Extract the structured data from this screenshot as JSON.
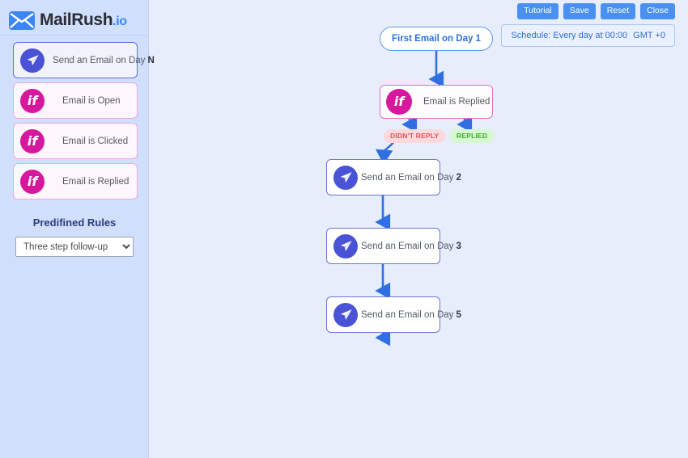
{
  "app": {
    "brand_main": "MailRush",
    "brand_suffix": ".io",
    "logo_icon": "envelope-icon"
  },
  "colors": {
    "sidebar_bg": "#cfdffc",
    "canvas_bg": "#e7edfb",
    "button_blue": "#4a90f0",
    "send_purple": "#4a52d6",
    "if_magenta": "#d6189f",
    "connector_blue": "#2f6fe0",
    "pill_no_bg": "#fcd9dd",
    "pill_no_text": "#e2525f",
    "pill_yes_bg": "#d6f8cf",
    "pill_yes_text": "#3aa82a"
  },
  "sidebar": {
    "blocks": [
      {
        "label": "Send an Email on Day",
        "suffix": "N",
        "icon": "send-plane-icon",
        "type": "send",
        "selected": true
      },
      {
        "label": "Email is Open",
        "suffix": "",
        "icon": "if-icon",
        "type": "condition",
        "selected": false
      },
      {
        "label": "Email is Clicked",
        "suffix": "",
        "icon": "if-icon",
        "type": "condition",
        "selected": false
      },
      {
        "label": "Email is Replied",
        "suffix": "",
        "icon": "if-icon",
        "type": "condition",
        "selected": false
      }
    ],
    "rules_title": "Predifined Rules",
    "rules_select": {
      "value": "Three step follow-up",
      "options": [
        "Three step follow-up"
      ]
    }
  },
  "toolbar": {
    "buttons": [
      {
        "label": "Tutorial",
        "name": "tutorial-button"
      },
      {
        "label": "Save",
        "name": "save-button"
      },
      {
        "label": "Reset",
        "name": "reset-button"
      },
      {
        "label": "Close",
        "name": "close-button"
      }
    ]
  },
  "schedule": {
    "text": "Schedule: Every day at 00:00",
    "timezone": "GMT +0"
  },
  "flow": {
    "start_node": {
      "label": "First Email on Day 1"
    },
    "condition_node": {
      "label": "Email is Replied",
      "icon": "if-icon"
    },
    "branch_no": {
      "label": "DIDN'T REPLY"
    },
    "branch_yes": {
      "label": "REPLIED"
    },
    "send_nodes": [
      {
        "label": "Send an Email on Day",
        "day": "2",
        "icon": "send-plane-icon"
      },
      {
        "label": "Send an Email on Day",
        "day": "3",
        "icon": "send-plane-icon"
      },
      {
        "label": "Send an Email on Day",
        "day": "5",
        "icon": "send-plane-icon"
      }
    ]
  }
}
